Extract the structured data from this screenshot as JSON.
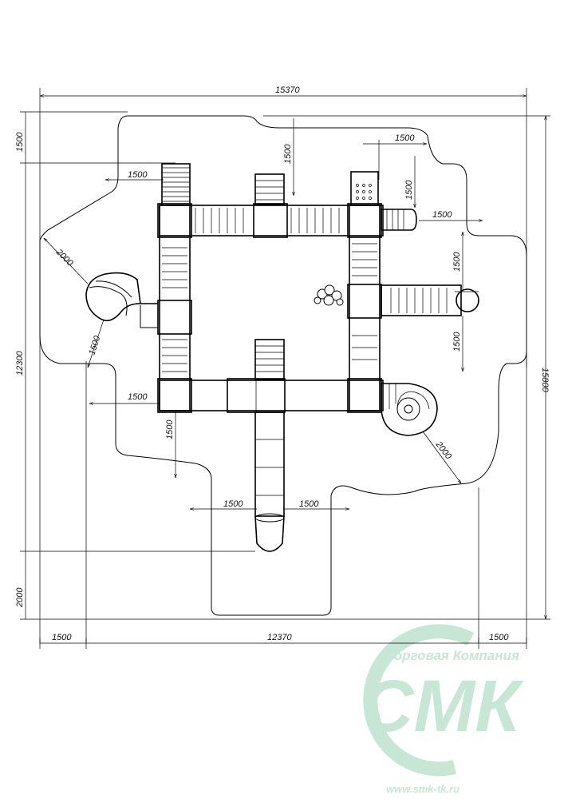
{
  "dimensions": {
    "total_width": "15370",
    "total_height": "15800",
    "inner_width": "12370",
    "inner_height": "12300",
    "left_margin": "1500",
    "right_margin": "1500",
    "top_margin": "1500",
    "bottom_margin": "2000",
    "safety_zone": "1500",
    "slide_zone": "2000"
  },
  "watermark": {
    "company": "Торговая Компания",
    "brand": "СМК",
    "website": "www.smk-tk.ru",
    "color": "#3aa870"
  },
  "colors": {
    "line": "#000000",
    "text": "#111111"
  }
}
